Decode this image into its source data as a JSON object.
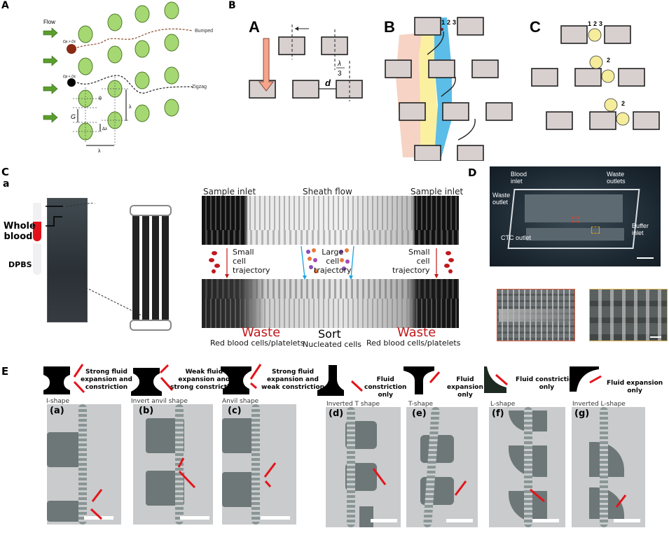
{
  "panels": {
    "A": {
      "label": "A",
      "flow_label": "Flow",
      "bumped_label": "Bumped",
      "zigzag_label": "Zigzag",
      "large_particle_label": "Dp > Dc",
      "small_particle_label": "Dp < Dc",
      "gap_label": "G",
      "spacing_label": "λ",
      "shift_label": "Δλ",
      "angle_label": "θ",
      "colors": {
        "pillar": "#9fd36a",
        "arrow": "#5a9e2c",
        "large_particle": "#8b2a14",
        "small_particle": "#000000"
      }
    },
    "B": {
      "label": "B",
      "sub_A": "A",
      "sub_B": "B",
      "sub_C": "C",
      "gap_label": "d",
      "shift_num": "λ",
      "shift_den": "3",
      "lane_numbers": [
        "1",
        "2",
        "3"
      ],
      "marker_2": "2",
      "colors": {
        "post": "#d8cfcf",
        "lane1": "#f6d3c4",
        "lane2": "#fbf0a0",
        "lane3": "#5bbde8",
        "arrow": "#f4a58a",
        "particle": "#f5ec9c"
      }
    },
    "C": {
      "label": "C",
      "sub_label": "a",
      "whole_blood": "Whole blood",
      "dpbs": "DPBS",
      "sample_inlet_left": "Sample inlet",
      "sheath_flow": "Sheath flow",
      "sample_inlet_right": "Sample inlet",
      "small_traj_left": [
        "Small",
        "cell",
        "trajectory"
      ],
      "large_traj": [
        "Large",
        "cell",
        "trajectory"
      ],
      "small_traj_right": [
        "Small",
        "cell",
        "trajectory"
      ],
      "waste_left": "Waste",
      "waste_right": "Waste",
      "sort": "Sort",
      "rbc_left": "Red blood cells/platelets",
      "rbc_right": "Red blood cells/platelets",
      "nucleated": "Nucleated cells",
      "colors": {
        "blood": "#e3101a",
        "waste": "#c0191c",
        "trajectory_arrow_blue": "#1aa3e0"
      }
    },
    "D": {
      "label": "D",
      "blood_inlet": "Blood inlet",
      "waste_outlets": "Waste outlets",
      "waste_outlet": "Waste outlet",
      "ctc_outlet": "CTC outlet",
      "buffer_inlet": "Buffer inlet"
    },
    "E": {
      "label": "E",
      "items": [
        {
          "tag": "(a)",
          "shape": "I-shape",
          "desc": [
            "Strong fluid",
            "expansion and",
            "constriction"
          ]
        },
        {
          "tag": "(b)",
          "shape": "Invert anvil shape",
          "desc": [
            "Weak fluid",
            "expansion and",
            "strong constriction"
          ]
        },
        {
          "tag": "(c)",
          "shape": "Anvil shape",
          "desc": [
            "Strong fluid",
            "expansion and",
            "weak constriction"
          ]
        },
        {
          "tag": "(d)",
          "shape": "Inverted T shape",
          "desc": [
            "Fluid",
            "constriction",
            "only"
          ]
        },
        {
          "tag": "(e)",
          "shape": "T-shape",
          "desc": [
            "Fluid",
            "expansion",
            "only"
          ]
        },
        {
          "tag": "(f)",
          "shape": "L-shape",
          "desc": [
            "Fluid constriction",
            "only"
          ]
        },
        {
          "tag": "(g)",
          "shape": "Inverted L-shape",
          "desc": [
            "Fluid expansion",
            "only"
          ]
        }
      ],
      "colors": {
        "arrow": "#e3141b"
      }
    }
  }
}
